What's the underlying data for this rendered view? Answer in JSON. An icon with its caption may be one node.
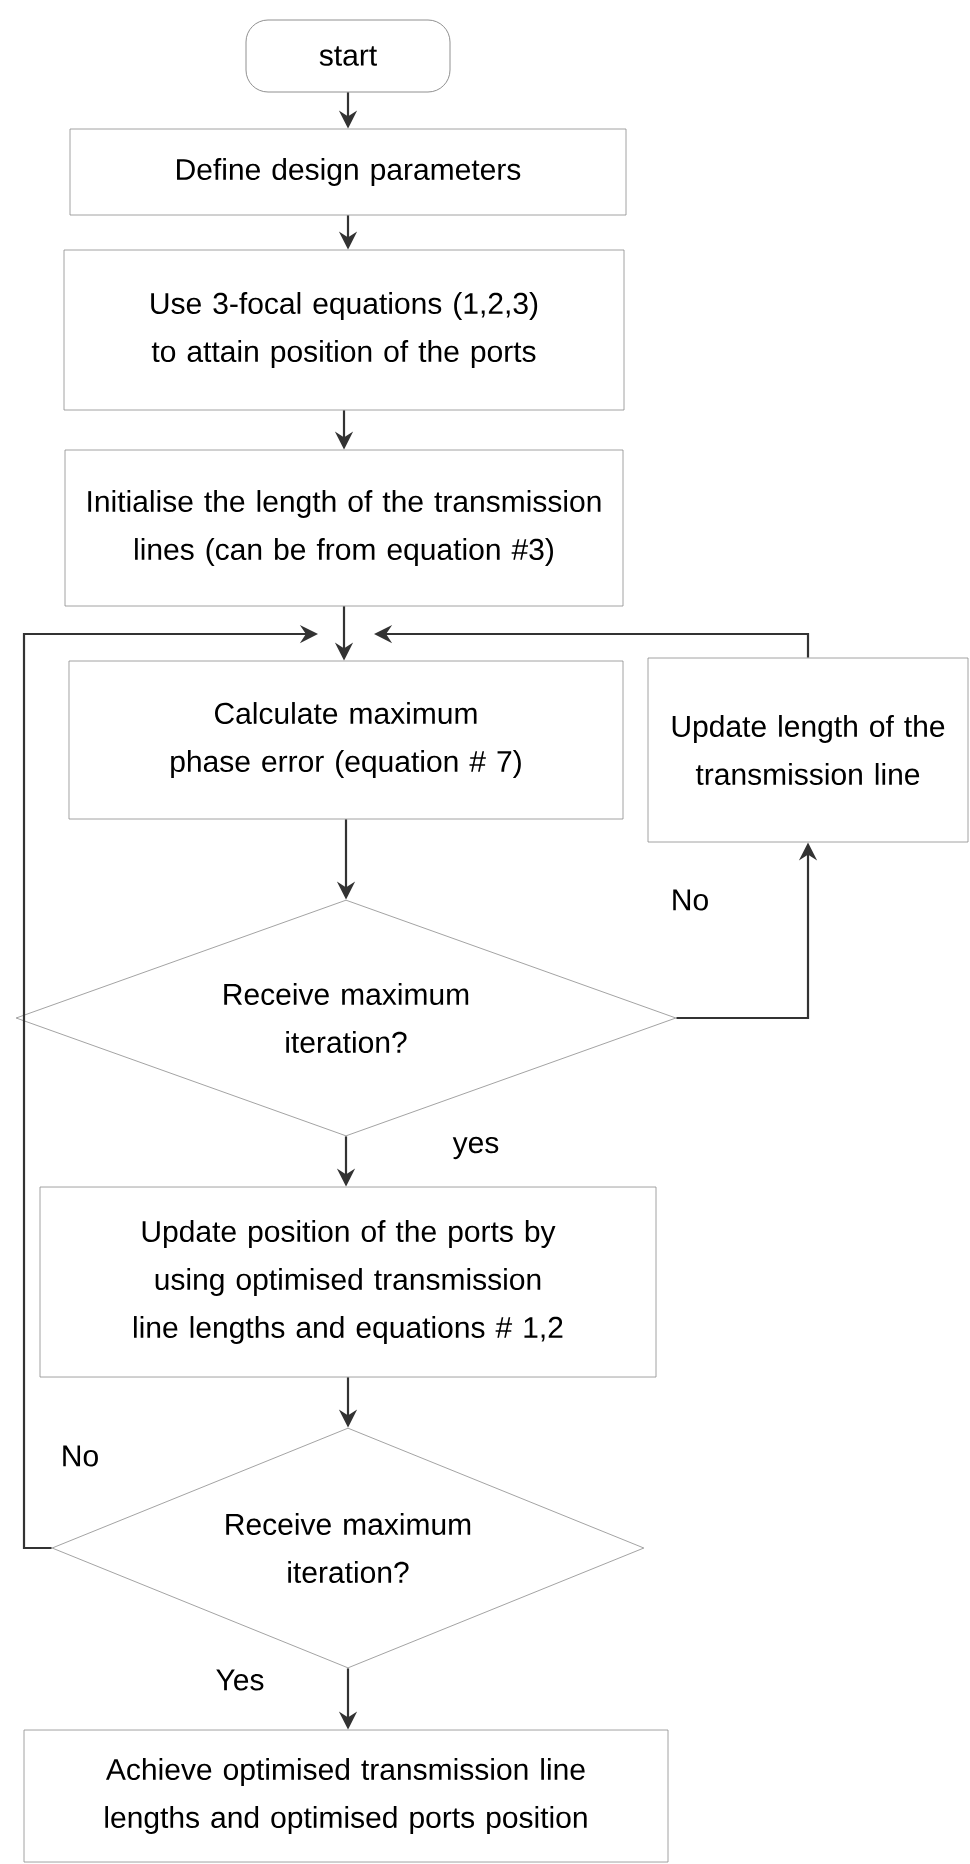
{
  "diagram": {
    "nodes": [
      {
        "text": [
          "start"
        ]
      },
      {
        "text": [
          "Define design parameters"
        ]
      },
      {
        "text": [
          "Use 3-focal equations (1,2,3) to attain position of the ports"
        ]
      },
      {
        "text": [
          "Initialise the length of the transmission lines (can be from equation #3)"
        ]
      },
      {
        "text": [
          "Calculate maximum phase error (equation # 7)"
        ]
      },
      {
        "text": [
          "Update length of the transmission line"
        ]
      },
      {
        "text": [
          "Receive maximum iteration?"
        ]
      },
      {
        "text": [
          "Update position of the ports by using optimised transmission line lengths and equations # 1,2"
        ]
      },
      {
        "text": [
          "Receive maximum iteration?"
        ]
      },
      {
        "text": [
          "Achieve optimised transmission line lengths and optimised ports position"
        ]
      }
    ],
    "edges": [
      {
        "from": 0,
        "to": 1,
        "arrow": "to"
      },
      {
        "from": 1,
        "to": 2,
        "arrow": "to"
      },
      {
        "from": 2,
        "to": 3,
        "arrow": "to"
      },
      {
        "from": 3,
        "to": 4,
        "arrow": "to"
      },
      {
        "from": 4,
        "to": 6,
        "arrow": "to"
      },
      {
        "from": 6,
        "to": 5,
        "arrow": "to",
        "label": "No"
      },
      {
        "from": 5,
        "to": 4,
        "arrow": "to"
      },
      {
        "from": 6,
        "to": 7,
        "arrow": "to",
        "label": "yes"
      },
      {
        "from": 7,
        "to": 8,
        "arrow": "to"
      },
      {
        "from": 8,
        "to": 4,
        "arrow": "to",
        "label": "No"
      },
      {
        "from": 8,
        "to": 9,
        "arrow": "to",
        "label": "Yes"
      }
    ]
  }
}
